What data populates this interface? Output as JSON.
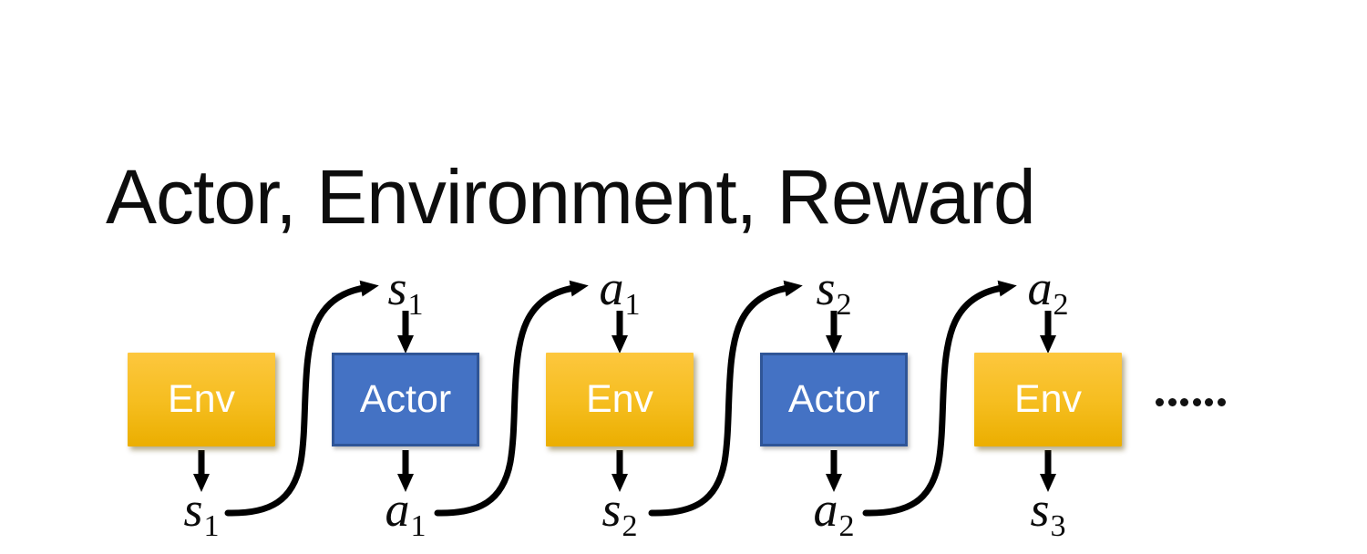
{
  "title": "Actor, Environment, Reward",
  "colors": {
    "env_gradient_top": "#FDC73E",
    "env_gradient_bottom": "#EBAE00",
    "actor_fill": "#4472C4",
    "actor_border": "#2F5597",
    "box_text": "#FFFFFF",
    "arrow": "#000000",
    "title_text": "#0D0D0D",
    "background": "#FFFFFF"
  },
  "diagram": {
    "boxes": [
      {
        "label": "Env",
        "type": "env"
      },
      {
        "label": "Actor",
        "type": "actor"
      },
      {
        "label": "Env",
        "type": "env"
      },
      {
        "label": "Actor",
        "type": "actor"
      },
      {
        "label": "Env",
        "type": "env"
      }
    ],
    "top_labels": [
      {
        "base": "s",
        "sub": "1"
      },
      {
        "base": "a",
        "sub": "1"
      },
      {
        "base": "s",
        "sub": "2"
      },
      {
        "base": "a",
        "sub": "2"
      }
    ],
    "bottom_labels": [
      {
        "base": "s",
        "sub": "1"
      },
      {
        "base": "a",
        "sub": "1"
      },
      {
        "base": "s",
        "sub": "2"
      },
      {
        "base": "a",
        "sub": "2"
      },
      {
        "base": "s",
        "sub": "3"
      }
    ],
    "ellipsis": "……"
  }
}
